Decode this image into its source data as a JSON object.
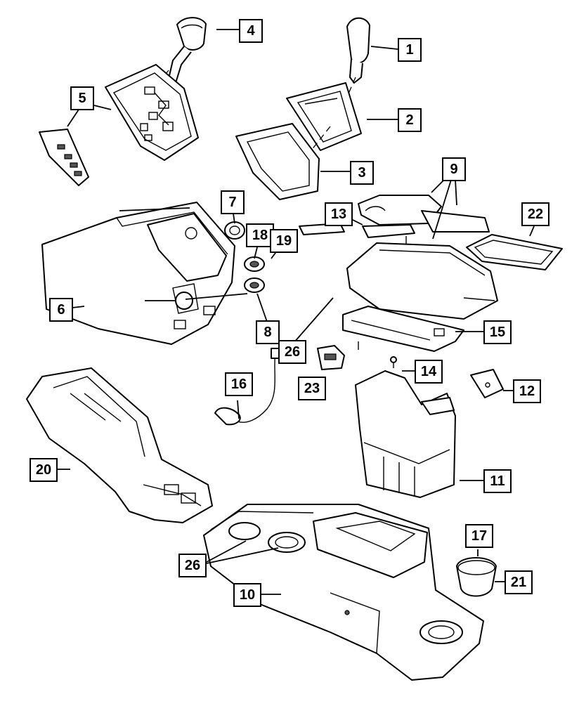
{
  "callouts": [
    {
      "id": "c1",
      "label": "1"
    },
    {
      "id": "c2",
      "label": "2"
    },
    {
      "id": "c3",
      "label": "3"
    },
    {
      "id": "c4",
      "label": "4"
    },
    {
      "id": "c5",
      "label": "5"
    },
    {
      "id": "c6",
      "label": "6"
    },
    {
      "id": "c7",
      "label": "7"
    },
    {
      "id": "c8",
      "label": "8"
    },
    {
      "id": "c9",
      "label": "9"
    },
    {
      "id": "c10",
      "label": "10"
    },
    {
      "id": "c11",
      "label": "11"
    },
    {
      "id": "c12",
      "label": "12"
    },
    {
      "id": "c13",
      "label": "13"
    },
    {
      "id": "c14",
      "label": "14"
    },
    {
      "id": "c15",
      "label": "15"
    },
    {
      "id": "c16",
      "label": "16"
    },
    {
      "id": "c17",
      "label": "17"
    },
    {
      "id": "c18",
      "label": "18"
    },
    {
      "id": "c19",
      "label": "19"
    },
    {
      "id": "c20",
      "label": "20"
    },
    {
      "id": "c21",
      "label": "21"
    },
    {
      "id": "c22",
      "label": "22"
    },
    {
      "id": "c23",
      "label": "23"
    },
    {
      "id": "c26a",
      "label": "26"
    },
    {
      "id": "c26b",
      "label": "26"
    }
  ]
}
